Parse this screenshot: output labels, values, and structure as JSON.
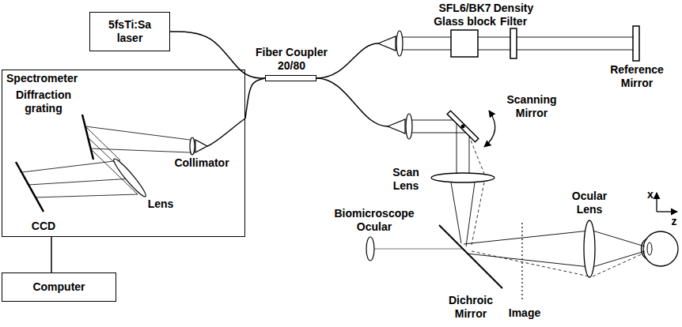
{
  "diagram": {
    "nodes": [
      {
        "text": [
          "5fsTi:Sa laser"
        ]
      },
      {
        "text": [
          "Fiber Coupler 20/80"
        ]
      },
      {
        "text": [
          "Spectrometer"
        ]
      },
      {
        "text": [
          "Computer"
        ]
      }
    ],
    "edges": [
      {
        "from": 0,
        "to": 1,
        "arrow": "none"
      },
      {
        "from": 1,
        "to": 2,
        "arrow": "none"
      },
      {
        "from": 2,
        "to": 3,
        "arrow": "none"
      }
    ],
    "labels": [
      "SFL6/BK7 Glass block",
      "Density Filter",
      "Reference Mirror",
      "Diffraction grating",
      "Collimator",
      "Lens",
      "CCD",
      "Scanning Mirror",
      "Scan Lens",
      "Ocular Lens",
      "x",
      "z",
      "Biomicroscope Ocular",
      "Dichroic Mirror",
      "Image"
    ]
  }
}
